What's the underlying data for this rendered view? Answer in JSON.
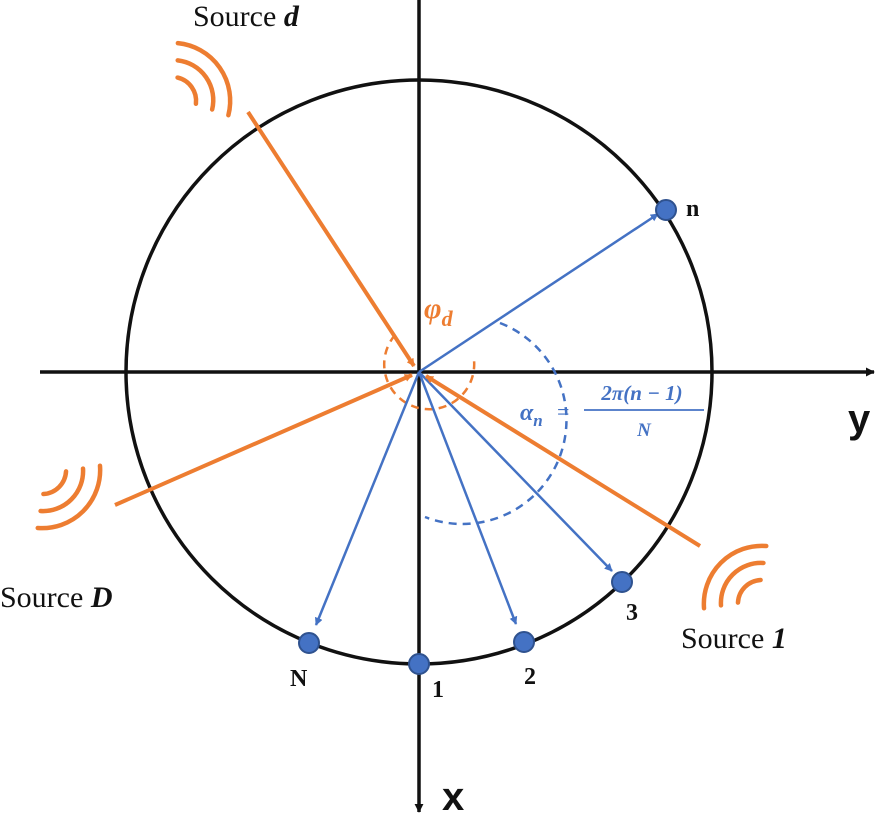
{
  "axes": {
    "x_label": "x",
    "y_label": "y"
  },
  "sources": {
    "d": {
      "prefix": "Source ",
      "index": "d"
    },
    "D": {
      "prefix": "Source ",
      "index": "D"
    },
    "one": {
      "prefix": "Source ",
      "index": "1"
    }
  },
  "nodes": {
    "n": "n",
    "one": "1",
    "two": "2",
    "three": "3",
    "N": "N"
  },
  "angles": {
    "phi_symbol": "φ",
    "phi_sub": "d",
    "alpha_symbol": "α",
    "alpha_sub": "n",
    "alpha_eq": "=",
    "alpha_numerator": "2π(n − 1)",
    "alpha_denominator": "N"
  },
  "colors": {
    "orange": "#ED7D31",
    "blue": "#4472C4",
    "node_fill": "#4472C4",
    "node_stroke": "#2F528F",
    "black": "#111111"
  }
}
